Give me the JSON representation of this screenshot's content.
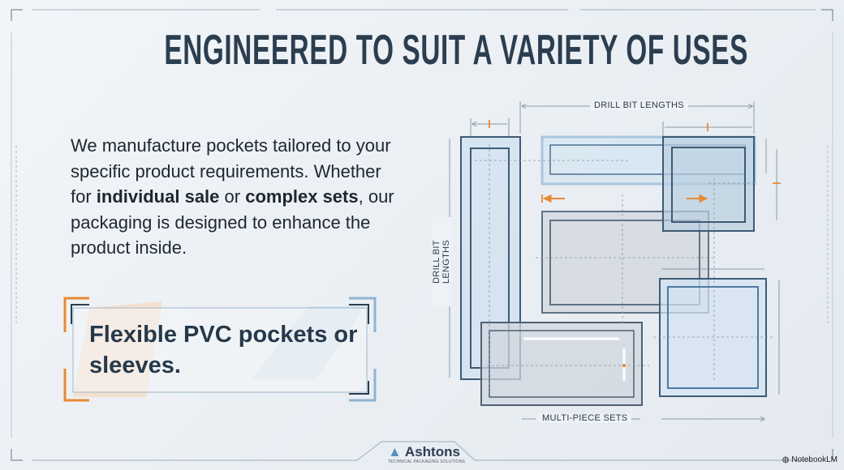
{
  "title": "ENGINEERED TO SUIT A VARIETY OF USES",
  "paragraph": {
    "part1": "We manufacture pockets tailored to your specific product requirements. Whether for ",
    "bold1": "individual sale",
    "part2": " or ",
    "bold2": "complex sets",
    "part3": ", our packaging is designed to enhance the product inside."
  },
  "callout": "Flexible PVC pockets or sleeves.",
  "diagram": {
    "top_label": "DRILL BIT LENGTHS",
    "left_label": "DRILL BIT LENGTHS",
    "bottom_label": "MULTI-PIECE SETS"
  },
  "logo": {
    "name": "Ashtons",
    "tagline": "TECHNICAL PACKAGING SOLUTIONS"
  },
  "watermark": "NotebookLM",
  "colors": {
    "navy": "#2b3e50",
    "blue": "#5a8fbf",
    "orange": "#e8892f"
  }
}
